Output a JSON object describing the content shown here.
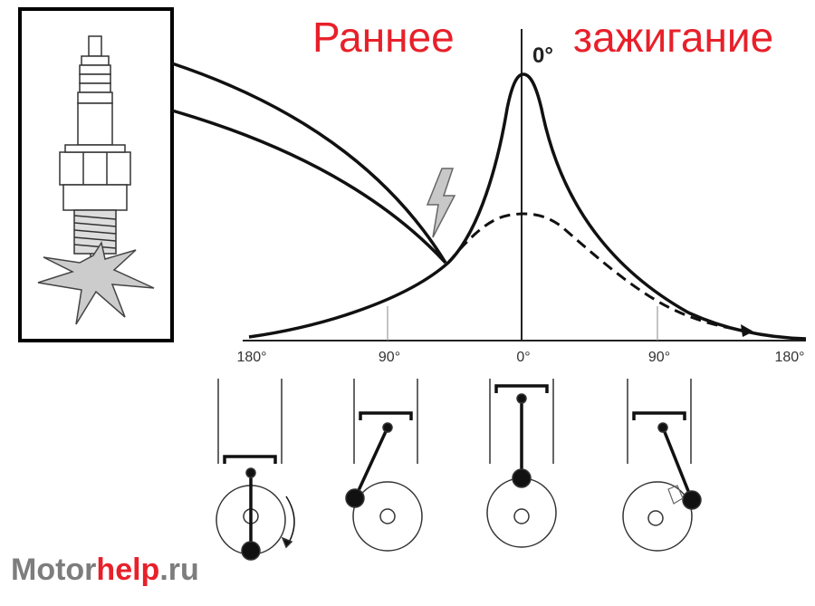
{
  "title": {
    "left": "Раннее",
    "right": "зажигание"
  },
  "peak_label": "0°",
  "ticks": [
    "180°",
    "90°",
    "0°",
    "90°",
    "180°"
  ],
  "watermark": {
    "part1": "Motor",
    "part2": "help",
    "part3": ".ru"
  },
  "colors": {
    "title": "#e8202a",
    "accent": "#e8202a",
    "line": "#111111",
    "spark": "#999999",
    "watermark": "#7d7d7d"
  },
  "icons": {
    "inset": "spark-plug-icon",
    "spark": "lightning-bolt-icon"
  }
}
